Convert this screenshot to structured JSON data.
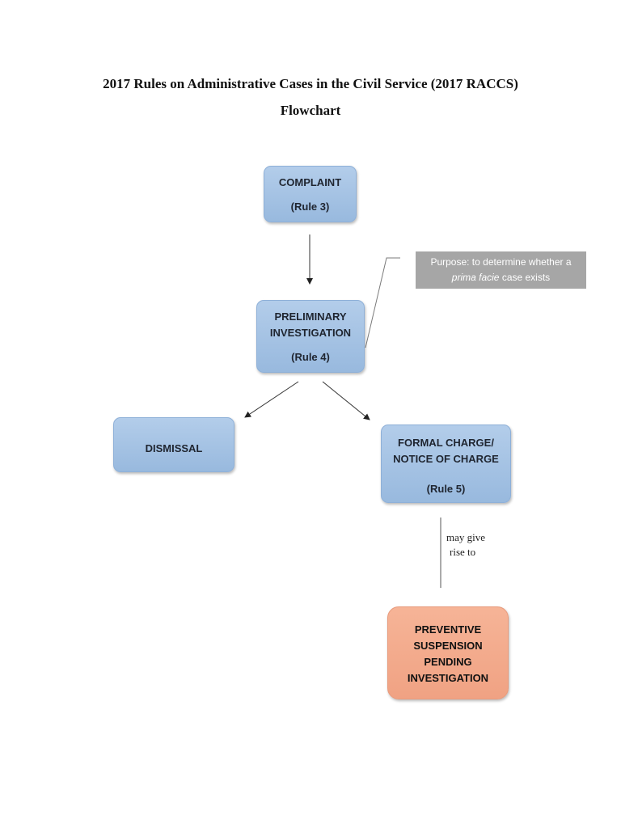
{
  "header": {
    "title": "2017 Rules on Administrative Cases in the Civil Service (2017 RACCS)",
    "subtitle": "Flowchart"
  },
  "nodes": {
    "complaint": {
      "label": "COMPLAINT",
      "rule": "(Rule 3)"
    },
    "preliminary": {
      "line1": "PRELIMINARY",
      "line2": "INVESTIGATION",
      "rule": "(Rule 4)"
    },
    "dismissal": {
      "label": "DISMISSAL"
    },
    "formal_charge": {
      "line1": "FORMAL CHARGE/",
      "line2": "NOTICE OF CHARGE",
      "rule": "(Rule 5)"
    },
    "preventive": {
      "line1": "PREVENTIVE",
      "line2": "SUSPENSION",
      "line3": "PENDING",
      "line4": "INVESTIGATION"
    }
  },
  "callout": {
    "line1": "Purpose: to determine whether a",
    "italic": "prima facie",
    "rest": " case exists"
  },
  "edge_label": {
    "line1": "may give",
    "line2": "rise to"
  },
  "colors": {
    "node_blue": "#a5c3e4",
    "node_orange": "#f3ab8d",
    "callout_gray": "#a6a6a6"
  }
}
